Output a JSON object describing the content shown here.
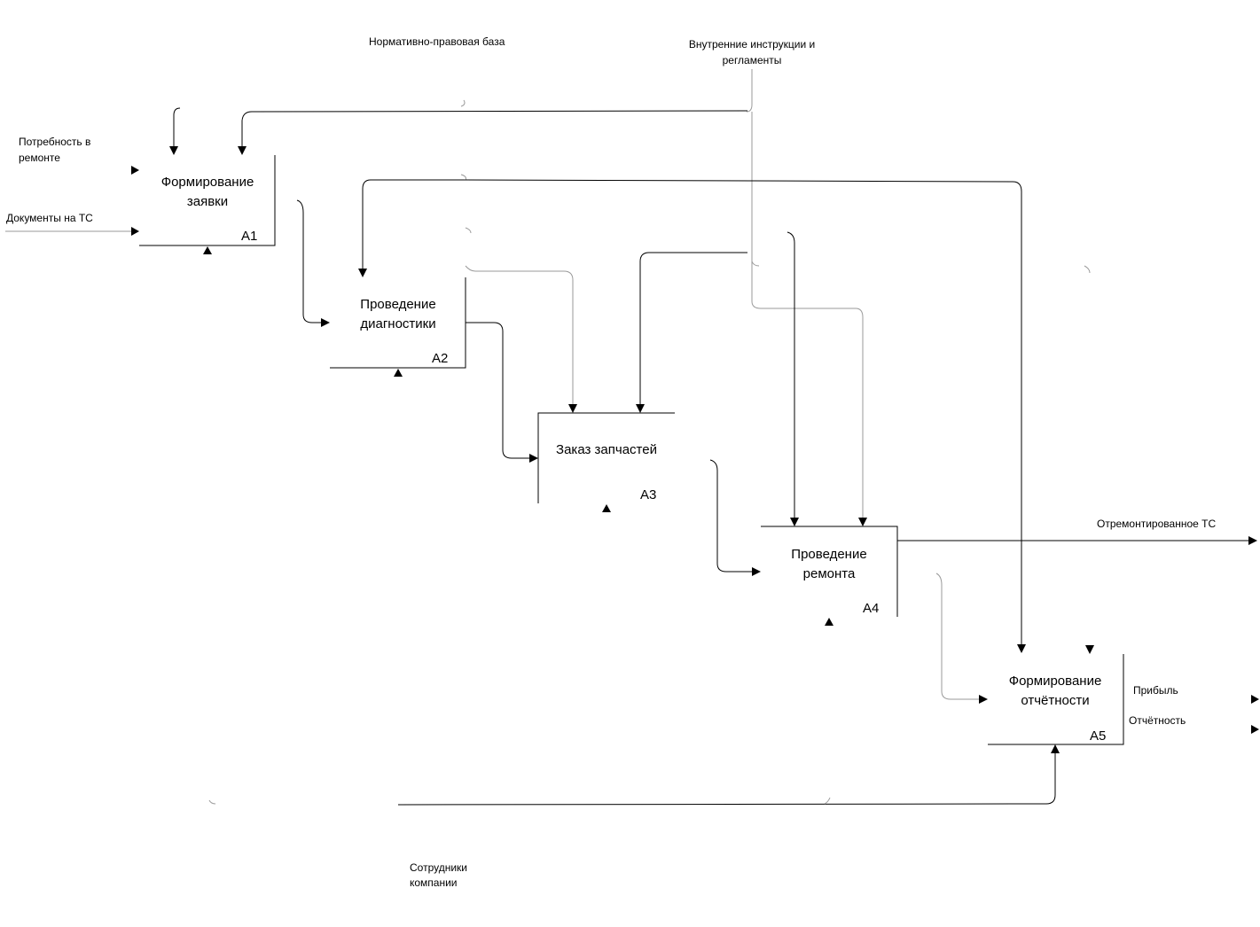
{
  "labels": {
    "regulatory_base": "Нормативно-правовая база",
    "internal_instructions_1": "Внутренние инструкции и",
    "internal_instructions_2": "регламенты",
    "repair_need_1": "Потребность в",
    "repair_need_2": "ремонте",
    "vehicle_documents": "Документы на ТС",
    "repaired_vehicle": "Отремонтированное ТС",
    "profit": "Прибыль",
    "reporting": "Отчётность",
    "staff_1": "Сотрудники",
    "staff_2": "компании"
  },
  "boxes": [
    {
      "id": "A1",
      "title_lines": [
        "Формирование",
        "заявки"
      ]
    },
    {
      "id": "A2",
      "title_lines": [
        "Проведение",
        "диагностики"
      ]
    },
    {
      "id": "A3",
      "title_lines": [
        "Заказ запчастей"
      ]
    },
    {
      "id": "A4",
      "title_lines": [
        "Проведение",
        "ремонта"
      ]
    },
    {
      "id": "A5",
      "title_lines": [
        "Формирование",
        "отчётности"
      ]
    }
  ]
}
